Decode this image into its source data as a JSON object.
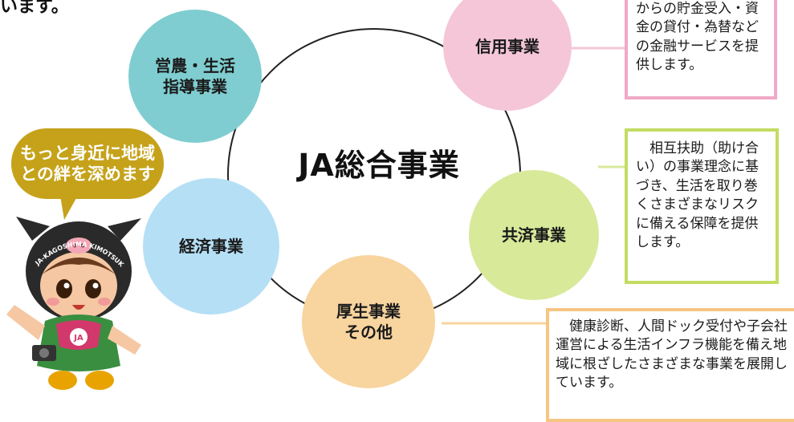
{
  "intro_fragment": "います。",
  "center_title": "JA総合事業",
  "circles": {
    "eino": "営農・生活\n指導事業",
    "shinyo": "信用事業",
    "kyosai": "共済事業",
    "kosei": "厚生事業\nその他",
    "keizai": "経済事業"
  },
  "descriptions": {
    "shinyo": "からの貯金受入・資金の貸付・為替などの金融サービスを提供します。",
    "kyosai": "相互扶助（助け合い）の事業理念に基づき、生活を取り巻くさまざまなリスクに備える保障を提供します。",
    "kosei": "健康診断、人間ドック受付や子会社運営による生活インフラ機能を備え地域に根ざしたさまざまな事業を展開しています。"
  },
  "speech_bubble": "もっと身近に地域\nとの絆を深めます",
  "mascot": {
    "cap_text": "JA-KAGOSHIMA KIMOTSUKI",
    "badge_text": "JA"
  },
  "colors": {
    "eino": "#7fcdd0",
    "shinyo": "#f4c6d8",
    "kyosai": "#d8e99a",
    "kosei": "#f8d49e",
    "keizai": "#b5dff5",
    "shinyo_border": "#f0a9c6",
    "kyosai_border": "#c3dc62",
    "kosei_border": "#f5c582",
    "bubble": "#c5a21a"
  }
}
